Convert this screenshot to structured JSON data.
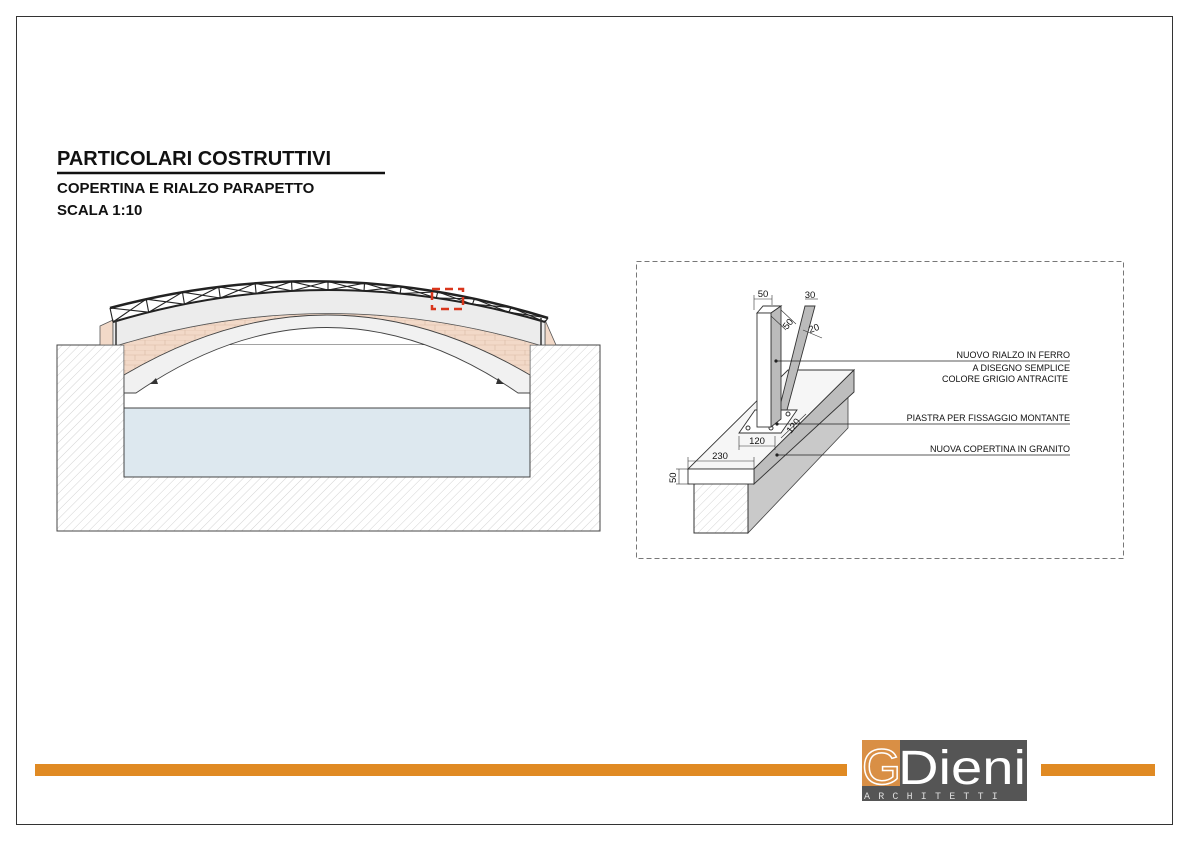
{
  "header": {
    "title": "PARTICOLARI COSTRUTTIVI",
    "subtitle": "COPERTINA E RIALZO PARAPETTO",
    "scale": "SCALA 1:10"
  },
  "detail": {
    "labels": {
      "rialzo_line1": "NUOVO RIALZO IN FERRO",
      "rialzo_line2": "A DISEGNO SEMPLICE",
      "rialzo_line3": "COLORE GRIGIO ANTRACITE",
      "piastra": "PIASTRA PER FISSAGGIO MONTANTE",
      "copertina": "NUOVA COPERTINA IN GRANITO"
    },
    "dimensions": {
      "post_width": "50",
      "post_depth": "50",
      "brace_width": "30",
      "brace_depth": "20",
      "plate_width": "120",
      "plate_depth": "120",
      "cap_width": "230",
      "cap_height": "50"
    }
  },
  "logo": {
    "letter": "G",
    "name": "Dieni",
    "tagline": "ARCHITETTI"
  },
  "colors": {
    "accent": "#e08a23",
    "logo_gray": "#555555",
    "logo_orange": "#d98f45",
    "highlight": "#d9361c",
    "brick": "#f2d9c8",
    "water": "#dde8ef"
  }
}
